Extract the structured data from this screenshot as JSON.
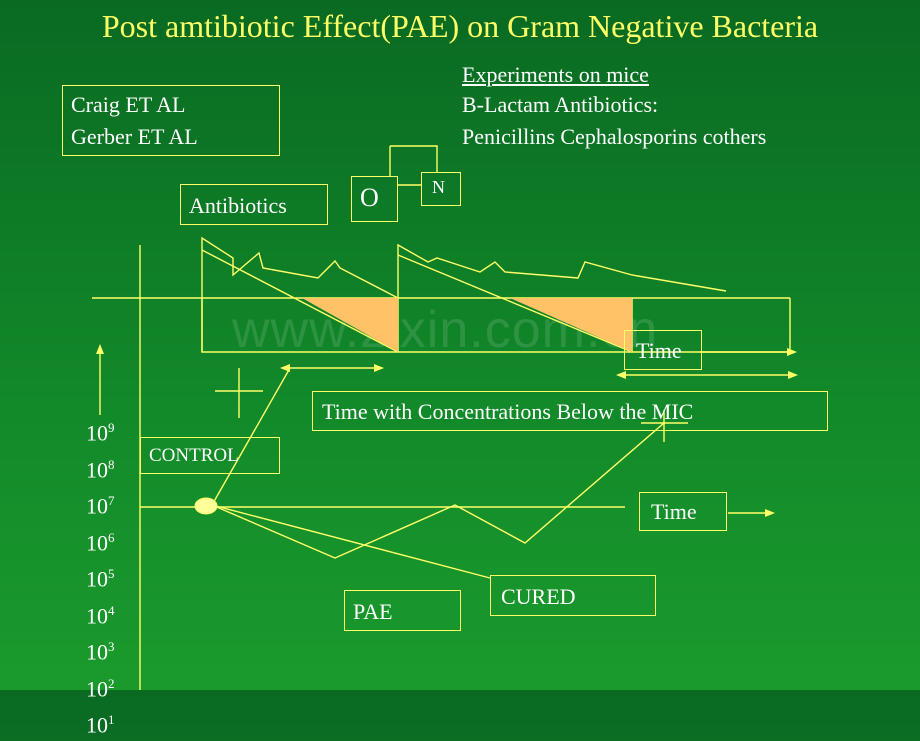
{
  "title": "Post amtibiotic Effect(PAE) on Gram Negative Bacteria",
  "authors": [
    "Craig ET AL",
    "Gerber ET AL"
  ],
  "experiments": {
    "heading": "Experiments on mice",
    "line2": "B-Lactam Antibiotics:",
    "line3": "Penicillins  Cephalosporins  cothers"
  },
  "molecule": {
    "o": "O",
    "n": "N"
  },
  "labels": {
    "antibiotics": "Antibiotics",
    "time1": "Time",
    "mic": "Time with Concentrations Below the MIC",
    "control": "CONTROL",
    "time2": "Time",
    "pae": "PAE",
    "cured": "CURED"
  },
  "y_axis": {
    "base": "10",
    "exponents": [
      "9",
      "8",
      "7",
      "6",
      "5",
      "4",
      "3",
      "2",
      "1"
    ]
  },
  "watermark": "www.zixin.com.cn",
  "colors": {
    "accent": "#ffff66",
    "shade": "#ffc266",
    "background": "#0d7a26"
  }
}
